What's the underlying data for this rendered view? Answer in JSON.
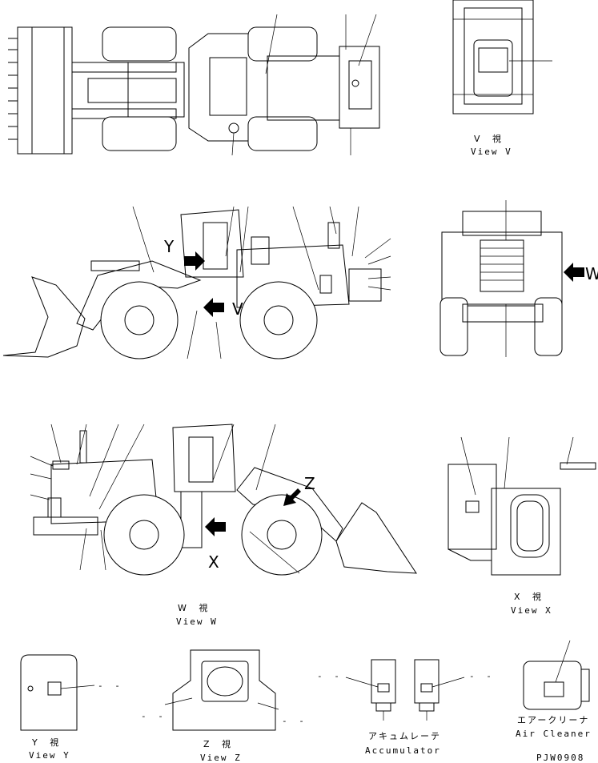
{
  "view_labels": {
    "view_v_jp": "V 視",
    "view_v_en": "View V",
    "view_w_jp": "W 視",
    "view_w_en": "View W",
    "view_x_jp": "X 視",
    "view_x_en": "View X",
    "view_y_jp": "Y 視",
    "view_y_en": "View Y",
    "view_z_jp": "Z 視",
    "view_z_en": "View Z"
  },
  "component_labels": {
    "accumulator_jp": "アキュムレーテ",
    "accumulator_en": "Accumulator",
    "air_cleaner_jp": "エアークリーナ",
    "air_cleaner_en": "Air Cleaner"
  },
  "arrow_markers": {
    "y": "Y",
    "v": "V",
    "w": "W",
    "z": "Z",
    "x": "X"
  },
  "drawing_number": "PJW0908"
}
